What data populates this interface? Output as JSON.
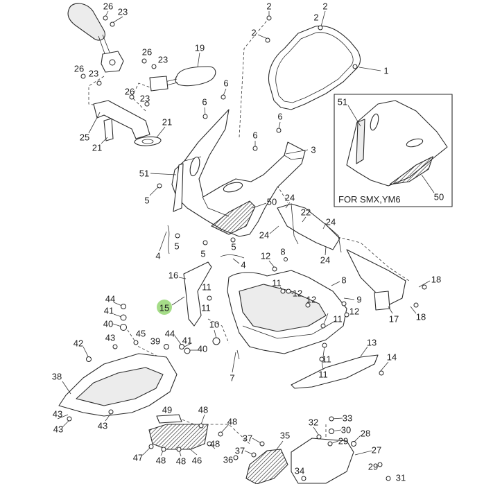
{
  "callouts": [
    "26",
    "23",
    "26",
    "23",
    "19",
    "26",
    "23",
    "26",
    "23",
    "6",
    "6",
    "6",
    "6",
    "21",
    "25",
    "21",
    "2",
    "2",
    "2",
    "2",
    "1",
    "3",
    "51",
    "5",
    "50",
    "24",
    "22",
    "24",
    "24",
    "5",
    "5",
    "5",
    "4",
    "16",
    "4",
    "12",
    "8",
    "24",
    "11",
    "12",
    "11",
    "12",
    "8",
    "9",
    "12",
    "18",
    "18",
    "17",
    "44",
    "41",
    "40",
    "11",
    "10",
    "11",
    "45",
    "43",
    "44",
    "39",
    "41",
    "40",
    "42",
    "13",
    "14",
    "11",
    "7",
    "11",
    "38",
    "49",
    "48",
    "48",
    "43",
    "43",
    "43",
    "32",
    "33",
    "30",
    "28",
    "29",
    "35",
    "37",
    "37",
    "47",
    "48",
    "48",
    "46",
    "48",
    "36",
    "27",
    "29",
    "34",
    "31"
  ],
  "selected_callout": "15",
  "highlight_color": "#a5dc88",
  "inset": {
    "note": "FOR SMX,YM6",
    "callouts": [
      "51",
      "50"
    ]
  }
}
